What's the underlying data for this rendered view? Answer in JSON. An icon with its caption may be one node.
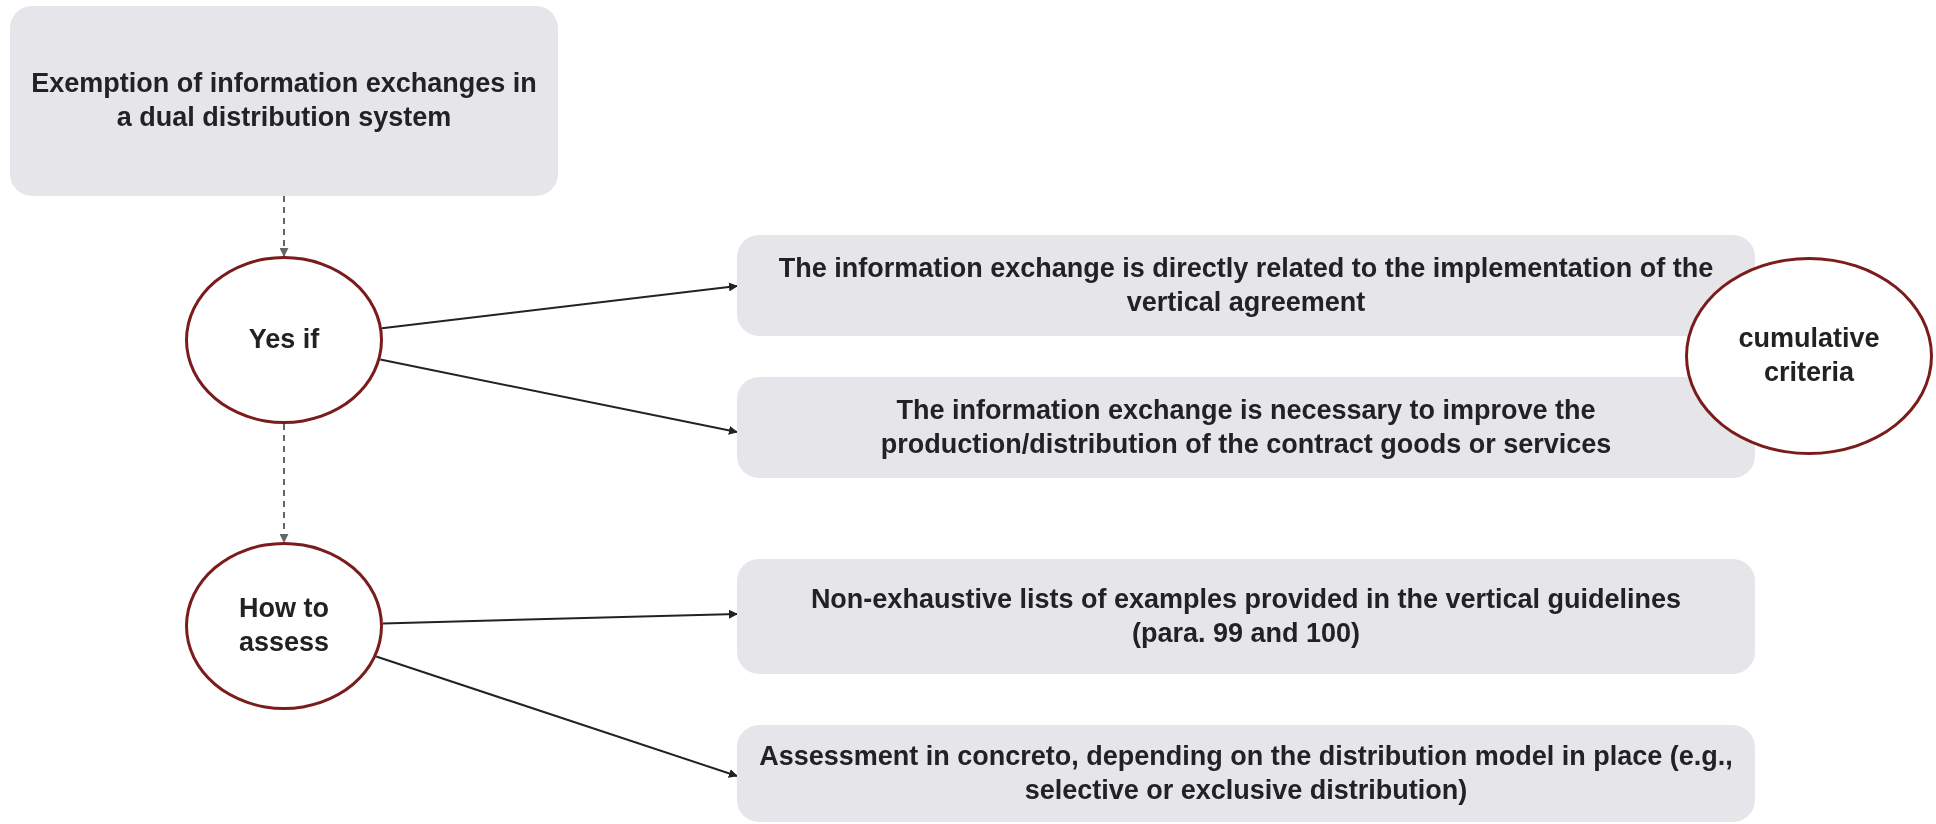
{
  "diagram": {
    "nodes": [
      {
        "text": [
          "Exemption of information exchanges in a dual distribution system"
        ]
      },
      {
        "text": [
          "Yes if"
        ]
      },
      {
        "text": [
          "The information exchange is directly related to the implementation of the vertical agreement"
        ]
      },
      {
        "text": [
          "The information exchange is necessary to improve the production/distribution of the contract goods or services"
        ]
      },
      {
        "text": [
          "cumulative criteria"
        ]
      },
      {
        "text": [
          "How to assess"
        ]
      },
      {
        "text": [
          "Non-exhaustive lists of examples provided in the vertical guidelines",
          "(para. 99 and 100)"
        ]
      },
      {
        "text": [
          "Assessment in concreto, depending on the distribution model in place (e.g., selective or exclusive distribution)"
        ]
      }
    ],
    "edges": [
      {
        "from": 0,
        "to": 1,
        "arrow": "to",
        "style": "dashed",
        "color": "#666666"
      },
      {
        "from": 1,
        "to": 2,
        "arrow": "to"
      },
      {
        "from": 1,
        "to": 3,
        "arrow": "to"
      },
      {
        "from": 1,
        "to": 5,
        "arrow": "to",
        "style": "dashed",
        "color": "#666666"
      },
      {
        "from": 5,
        "to": 6,
        "arrow": "to"
      },
      {
        "from": 5,
        "to": 7,
        "arrow": "to"
      }
    ]
  }
}
